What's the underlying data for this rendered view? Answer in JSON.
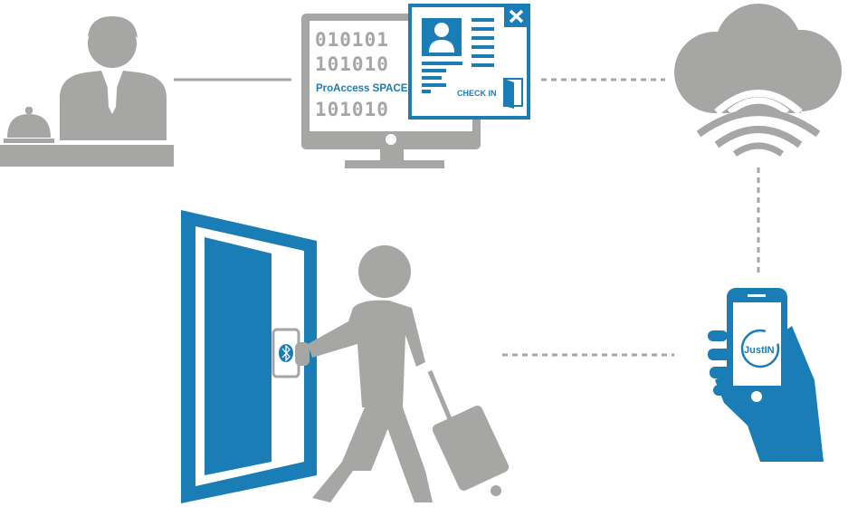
{
  "colors": {
    "blue": "#1a7db6",
    "gray": "#a6a6a4",
    "background": "#ffffff"
  },
  "monitor": {
    "binary_lines": [
      "010101",
      "101010",
      "101010"
    ],
    "app_name": "ProAccess SPACE"
  },
  "checkin_window": {
    "close_icon": "close-icon",
    "button_label": "CHECK IN",
    "door_icon": "door-icon"
  },
  "phone": {
    "logo_text": "JustIN"
  },
  "icons": [
    "receptionist-icon",
    "bell-icon",
    "monitor-icon",
    "cloud-icon",
    "wireless-icon",
    "smartphone-hand-icon",
    "door-icon",
    "guest-with-suitcase-icon",
    "bluetooth-icon"
  ]
}
